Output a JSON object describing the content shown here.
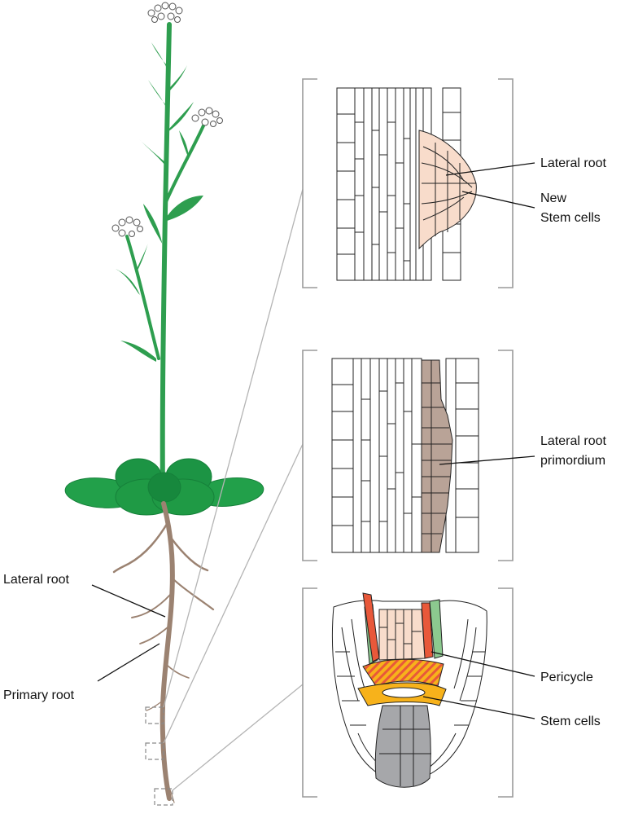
{
  "labels": {
    "lateral_root_plant": "Lateral root",
    "primary_root": "Primary root",
    "lateral_root_top": "Lateral root",
    "new_stem_cells_line1": "New",
    "new_stem_cells_line2": "Stem cells",
    "primordium_line1": "Lateral root",
    "primordium_line2": "primordium",
    "pericycle": "Pericycle",
    "stem_cells": "Stem cells"
  },
  "colors": {
    "stem_green": "#2e9e4f",
    "leaf_green": "#1f9a45",
    "root_brown": "#9b8271",
    "endodermis_green": "#8cc98f",
    "pericycle_red": "#e8583a",
    "vascular_peach": "#f8dccb",
    "primordium_brown": "#b9a397",
    "quiescent_orange": "#f7b21b",
    "root_cap_gray": "#a6a7aa"
  }
}
